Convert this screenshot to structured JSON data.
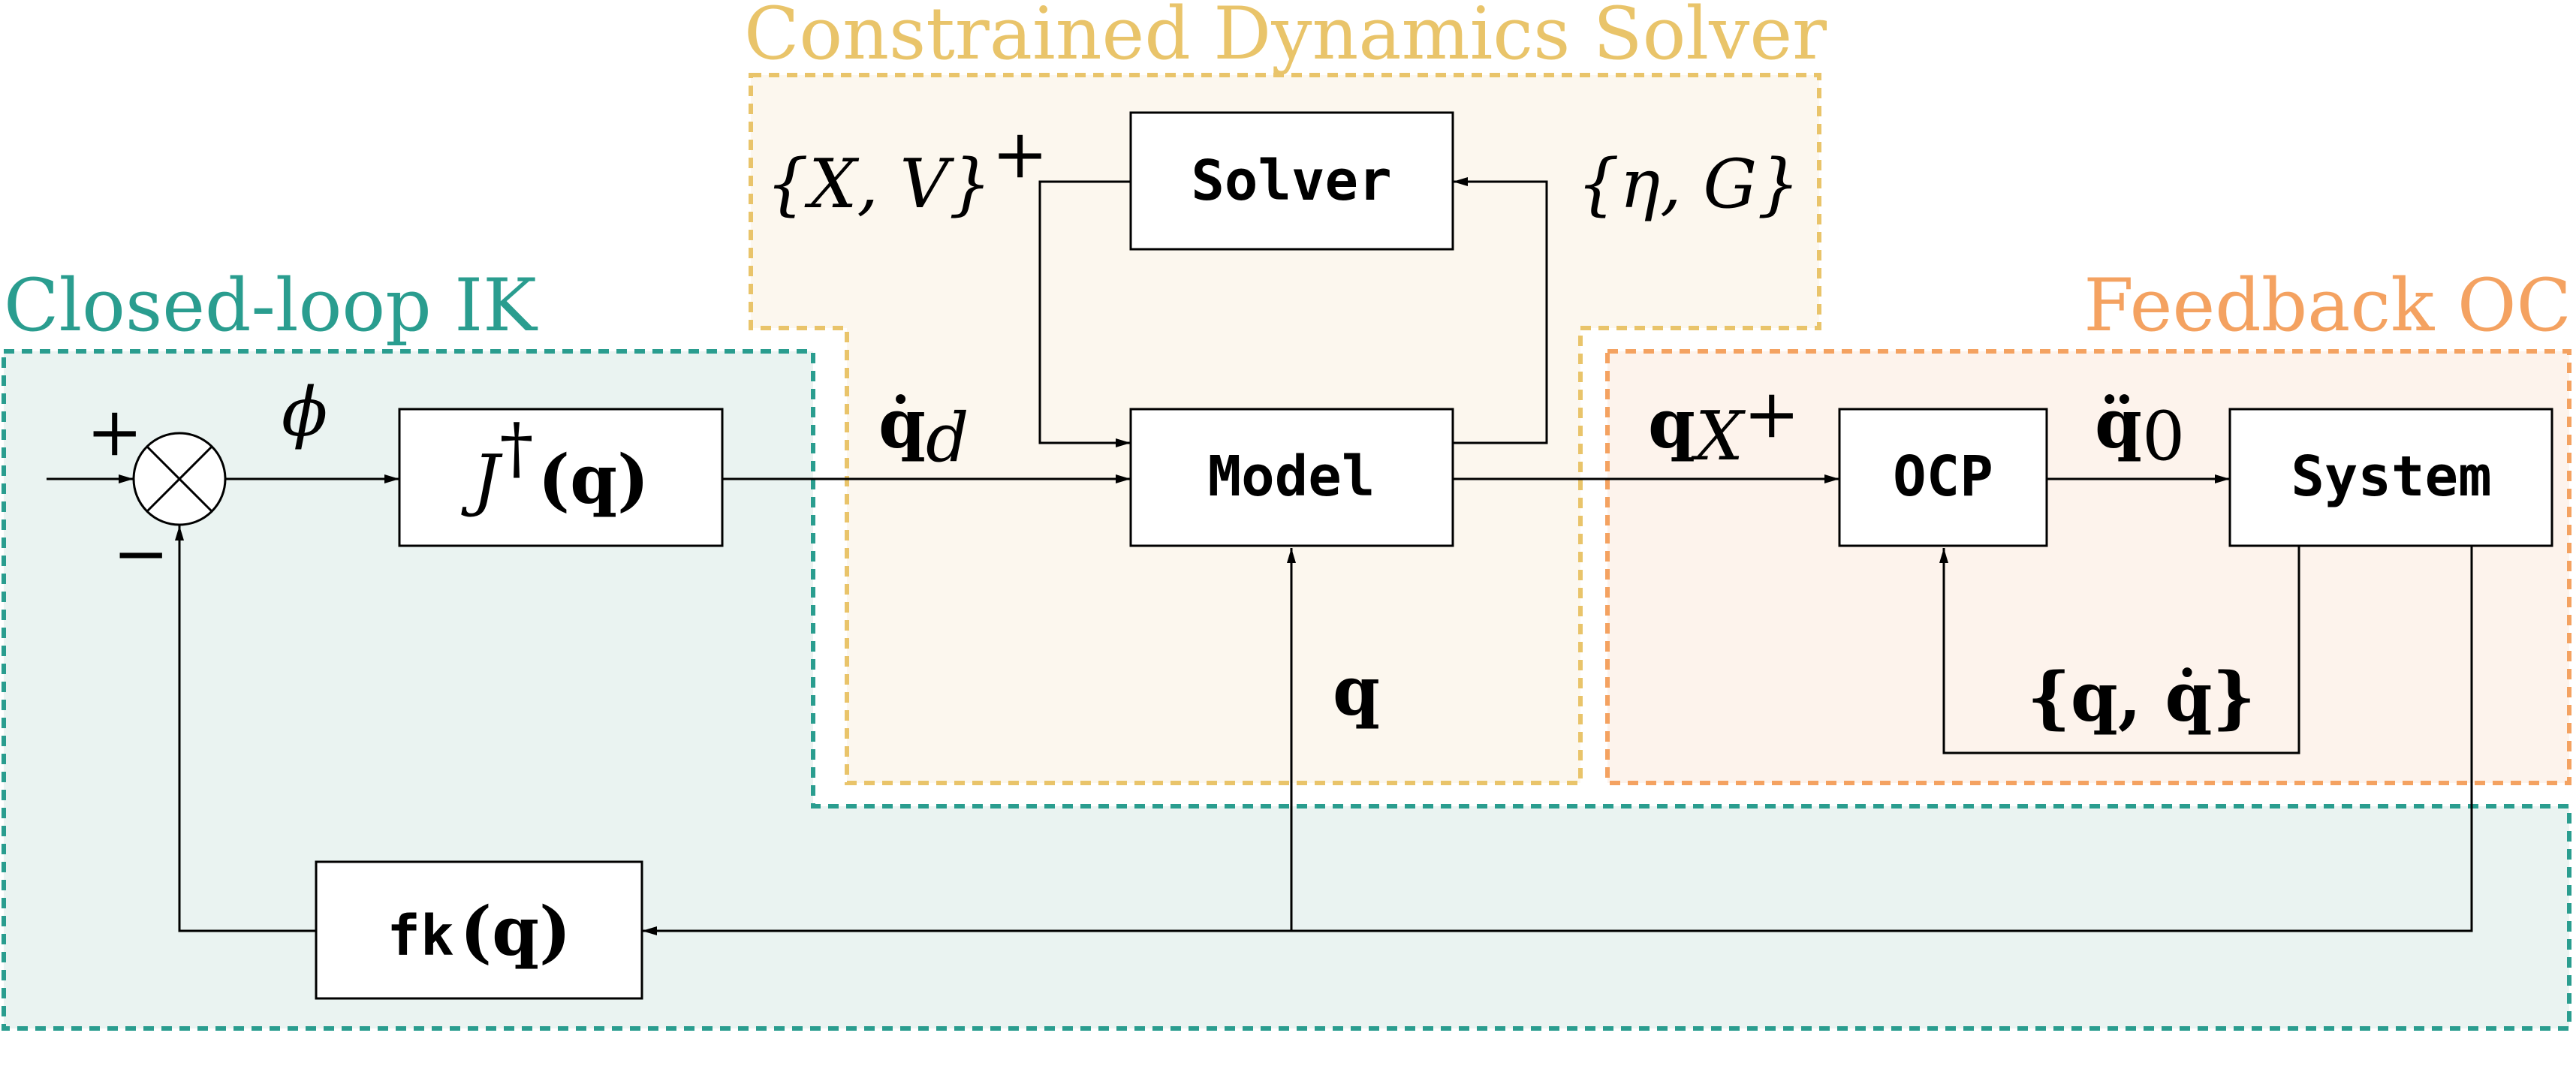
{
  "colors": {
    "ik_border": "#2a9d8f",
    "ik_fill": "#eaf3f1",
    "solver_border": "#e9c46a",
    "solver_fill": "#fcf7ee",
    "oc_border": "#f4a261",
    "oc_fill": "#fdf3ec"
  },
  "regions": {
    "closed_loop_ik": "Closed-loop IK",
    "constrained_dynamics_solver": "Constrained Dynamics Solver",
    "feedback_oc": "Feedback OC"
  },
  "blocks": {
    "solver": "Solver",
    "model": "Model",
    "ocp": "OCP",
    "system": "System",
    "jacobian_pinv": {
      "main": "J",
      "sup": "†",
      "arg": "(q)"
    },
    "fk": {
      "main": "fk",
      "arg": "(q)"
    }
  },
  "signals": {
    "plus": "+",
    "minus": "−",
    "phi": "ϕ",
    "qd_dot": {
      "main": "q̇",
      "sub": "d"
    },
    "xv_plus": {
      "main": "{X, V}",
      "sup": "+"
    },
    "eta_g": "{η, G}",
    "q_x_plus": {
      "main": "q",
      "sub": "X",
      "sup": "+"
    },
    "qddot0": {
      "main": "q̈",
      "sub": "0"
    },
    "q_qdot": "{q, q̇}",
    "q_feedback": "q"
  }
}
